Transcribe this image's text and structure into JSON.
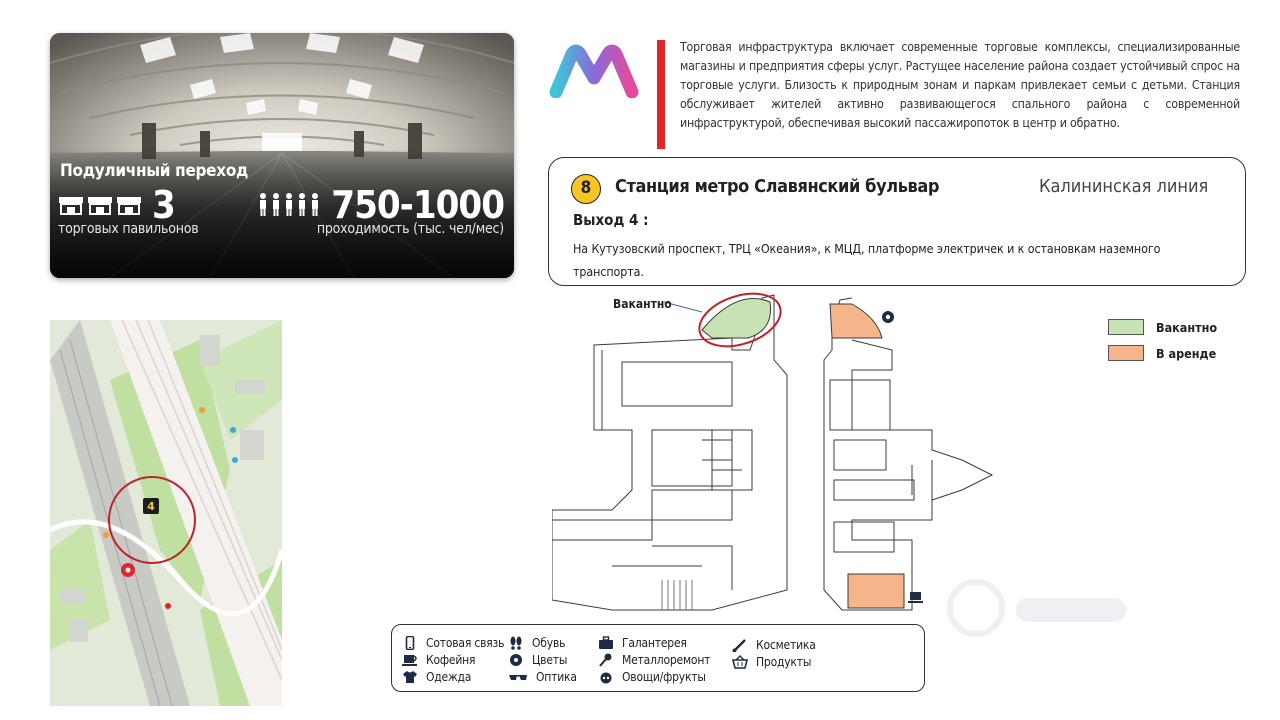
{
  "hero": {
    "kind": "Подуличный переход",
    "pavilions_count": "3",
    "pavilions_caption": "торговых павильонов",
    "traffic": "750-1000",
    "traffic_caption": "проходимость (тыс. чел/мес)"
  },
  "description": "Торговая инфраструктура включает современные торговые комплексы, специализированные магазины и предприятия сферы услуг. Растущее население района создает устойчивый спрос на торговые услуги. Близость к природным зонам и паркам привлекает семьи с детьми. Станция обслуживает жителей активно развивающегося спального района с современной инфраструктурой, обеспечивая высокий пассажиропоток в центр и обратно.",
  "station": {
    "line_number": "8",
    "name": "Станция метро Славянский бульвар",
    "line": "Калининская линия",
    "exit_title": "Выход 4 :",
    "exit_text": "На Кутузовский проспект, ТРЦ «Океания», к МЦД, платформе электричек и к остановкам наземного транспорта."
  },
  "map": {
    "exit_badge": "4"
  },
  "plan": {
    "vacant_label": "Вакантно"
  },
  "status_legend": [
    {
      "label": "Вакантно",
      "color": "#c7e3b3"
    },
    {
      "label": "В аренде",
      "color": "#f5b48a"
    }
  ],
  "categories": [
    {
      "label": "Сотовая связь",
      "icon": "phone-icon"
    },
    {
      "label": "Кофейня",
      "icon": "coffee-icon"
    },
    {
      "label": "Одежда",
      "icon": "tshirt-icon"
    },
    {
      "label": "Обувь",
      "icon": "footprints-icon"
    },
    {
      "label": "Цветы",
      "icon": "flower-icon"
    },
    {
      "label": "Оптика",
      "icon": "glasses-icon"
    },
    {
      "label": "Галантерея",
      "icon": "briefcase-icon"
    },
    {
      "label": "Металлоремонт",
      "icon": "key-icon"
    },
    {
      "label": "Овощи/фрукты",
      "icon": "fruit-icon"
    },
    {
      "label": "Косметика",
      "icon": "brush-icon"
    },
    {
      "label": "Продукты",
      "icon": "basket-icon"
    }
  ],
  "colors": {
    "accent_red": "#e0262b",
    "line_yellow": "#f7c624",
    "vacant": "#c7e3b3",
    "rented": "#f5b48a",
    "icon_navy": "#1f2a44"
  }
}
